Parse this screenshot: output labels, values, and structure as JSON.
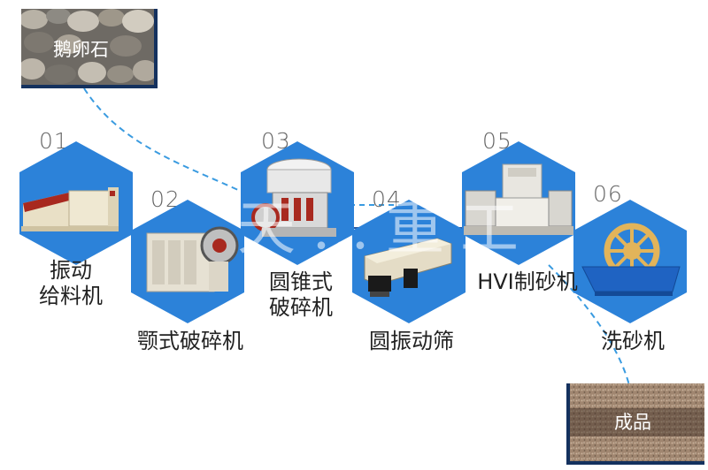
{
  "colors": {
    "hex_blue": "#2c82d9",
    "hex_blue_dark": "#1f6fc7",
    "dashed_line": "#3a9be0",
    "frame_navy": "#14315e"
  },
  "source": {
    "label": "鹅卵石"
  },
  "product": {
    "label": "成品"
  },
  "watermark": {
    "text": "天…重工"
  },
  "steps": [
    {
      "number": "01",
      "label_line1": "振动",
      "label_line2": "给料机"
    },
    {
      "number": "02",
      "label_line1": "颚式破碎机",
      "label_line2": ""
    },
    {
      "number": "03",
      "label_line1": "圆锥式",
      "label_line2": "破碎机"
    },
    {
      "number": "04",
      "label_line1": "圆振动筛",
      "label_line2": ""
    },
    {
      "number": "05",
      "label_line1": "HVI制砂机",
      "label_line2": ""
    },
    {
      "number": "06",
      "label_line1": "洗砂机",
      "label_line2": ""
    }
  ]
}
